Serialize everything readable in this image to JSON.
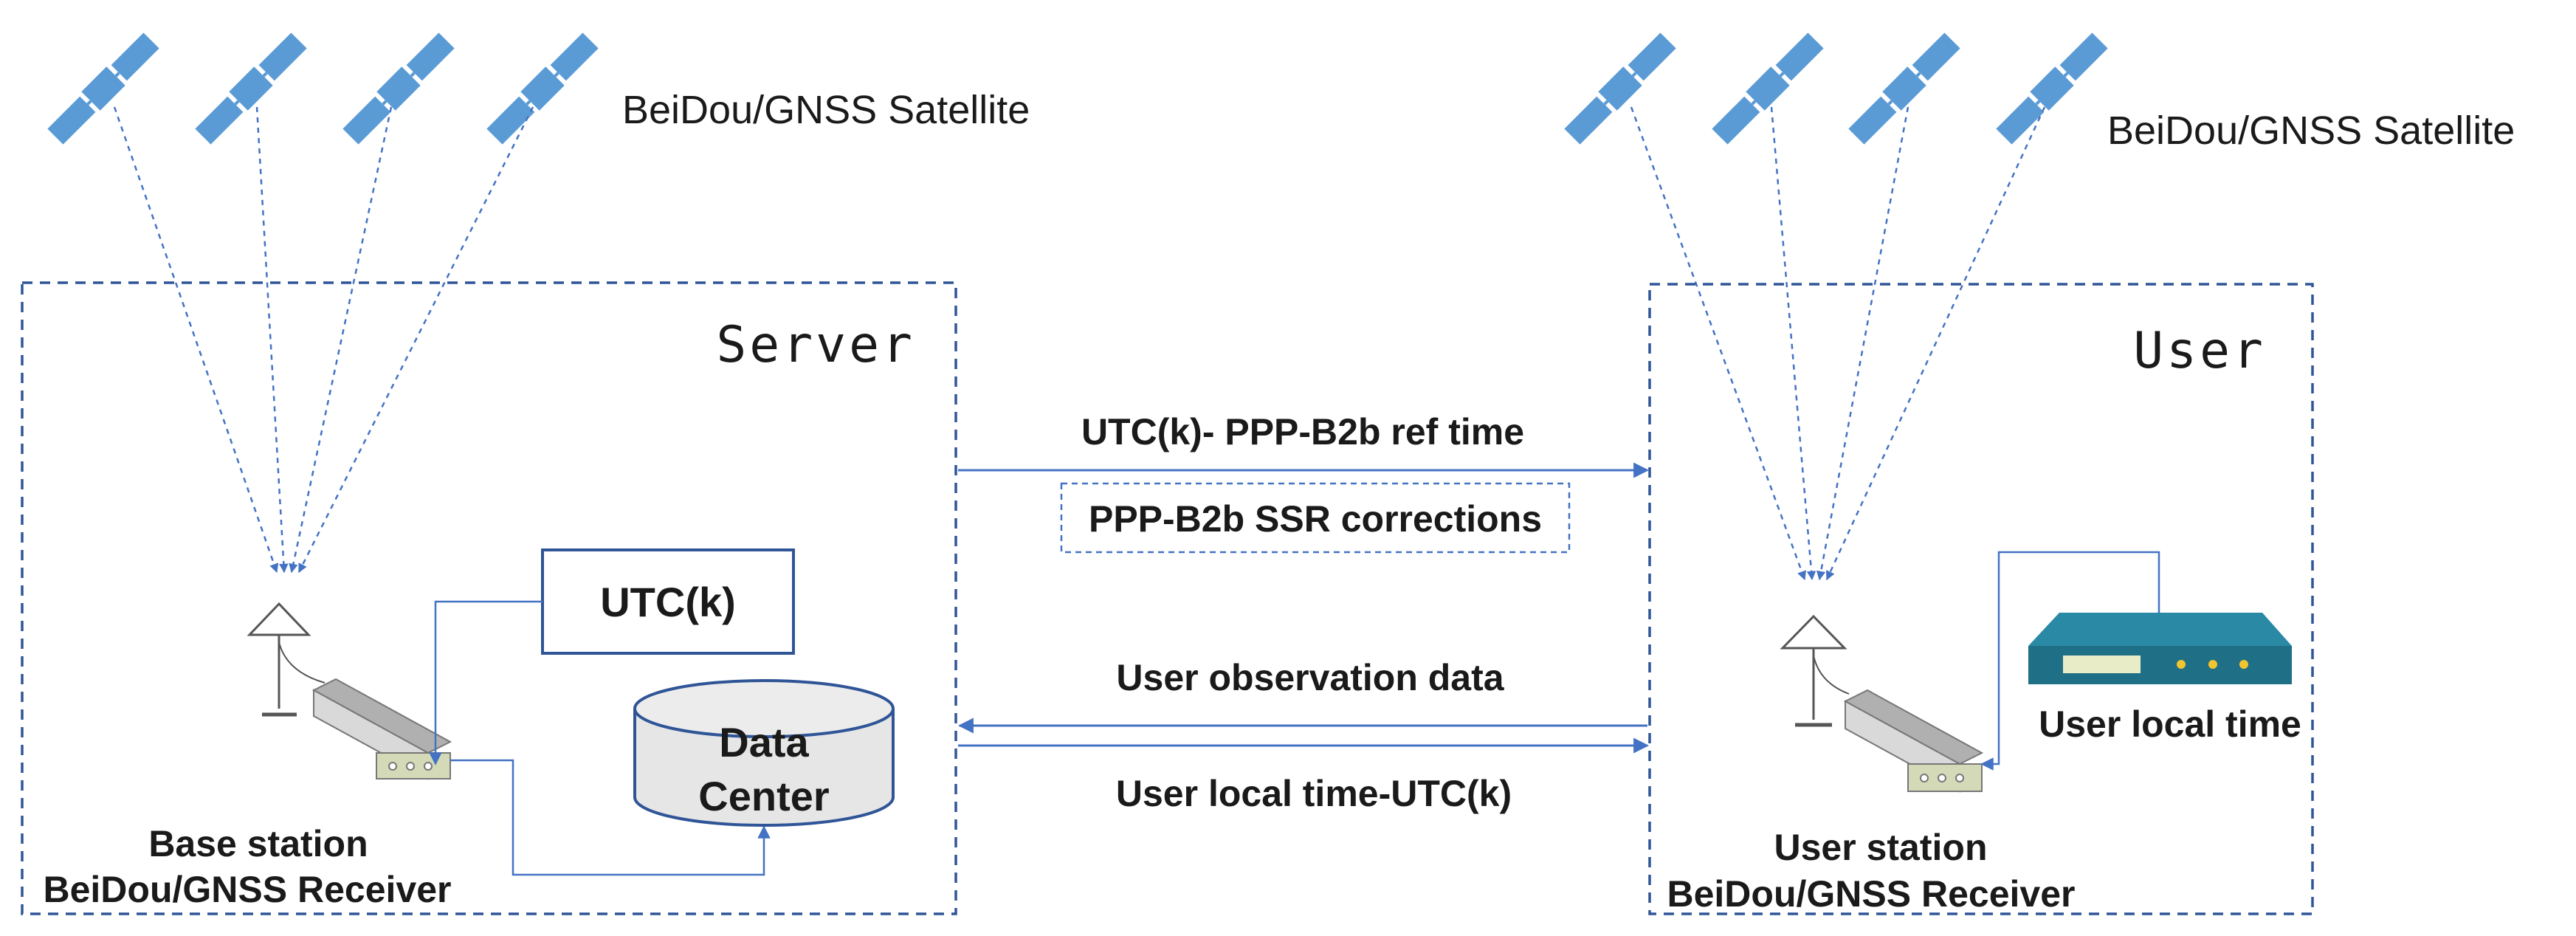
{
  "satellites_left_label": "BeiDou/GNSS Satellite",
  "satellites_right_label": "BeiDou/GNSS Satellite",
  "server": {
    "title": "Server",
    "utc_box": "UTC(k)",
    "data_center_line1": "Data",
    "data_center_line2": "Center",
    "base_station_line1": "Base station",
    "base_station_line2": "BeiDou/GNSS Receiver"
  },
  "user": {
    "title": "User",
    "local_time_label": "User local time",
    "station_line1": "User station",
    "station_line2": "BeiDou/GNSS Receiver"
  },
  "links": {
    "ref_time": "UTC(k)- PPP-B2b ref time",
    "ssr_corrections": "PPP-B2b SSR corrections",
    "observation_data": "User observation data",
    "local_minus_utc": "User local time-UTC(k)"
  },
  "colors": {
    "accent_blue": "#4472c4",
    "satellite_blue": "#5b9bd5",
    "box_border": "#2f5597",
    "device_teal": "#1f6f86",
    "device_gold": "#f2c530",
    "receiver_gray": "#c8c8c8",
    "cylinder_fill": "#e6e6e6"
  }
}
